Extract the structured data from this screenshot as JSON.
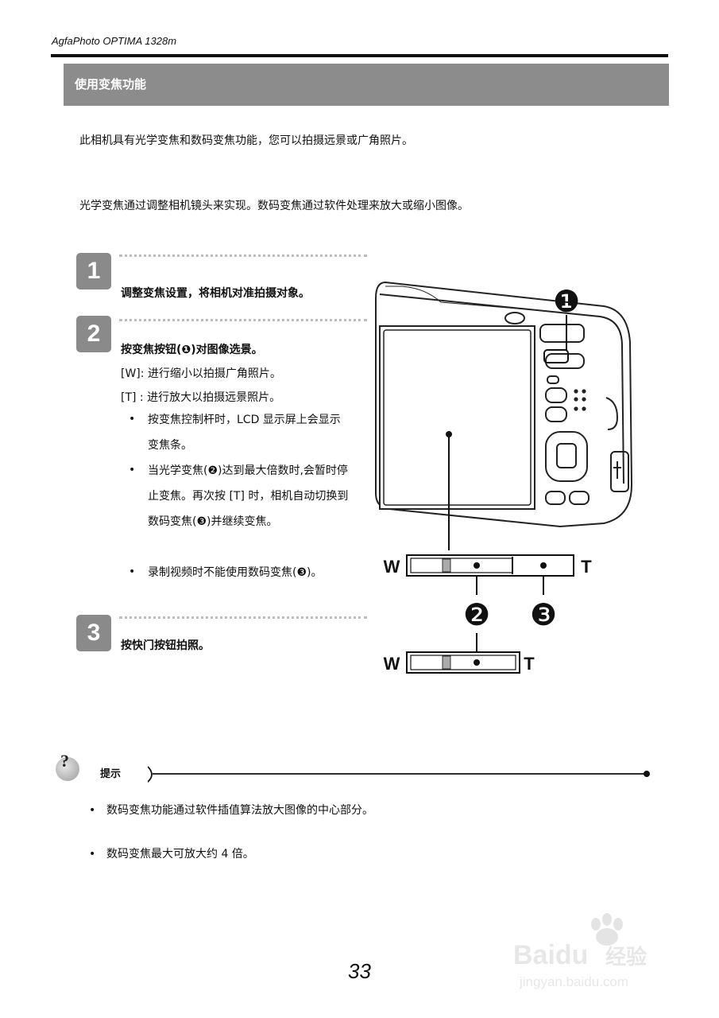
{
  "header": {
    "running_title": "AgfaPhoto OPTIMA 1328m",
    "section_title": "使用变焦功能"
  },
  "intro": {
    "p1": "此相机具有光学变焦和数码变焦功能，您可以拍摄远景或广角照片。",
    "p2": "光学变焦通过调整相机镜头来实现。数码变焦通过软件处理来放大或缩小图像。"
  },
  "steps": [
    {
      "num": "1",
      "title": "调整变焦设置，将相机对准拍摄对象。"
    },
    {
      "num": "2",
      "title": "按变焦按钮(❶)对图像选景。",
      "sub1": "[W]: 进行缩小以拍摄广角照片。",
      "sub2": "[T] : 进行放大以拍摄远景照片。",
      "bullets": [
        "按变焦控制杆时，LCD  显示屏上会显示变焦条。",
        "当光学变焦(❷)达到最大倍数时,会暂时停止变焦。再次按 [T] 时，相机自动切换到数码变焦(❸)并继续变焦。",
        "录制视频时不能使用数码变焦(❸)。"
      ]
    },
    {
      "num": "3",
      "title": "按快门按钮拍照。"
    }
  ],
  "figure": {
    "callout_1": "❶",
    "callout_2": "❷",
    "callout_3": "❸",
    "w_label": "W",
    "t_label": "T"
  },
  "tip": {
    "label": "提示",
    "items": [
      "数码变焦功能通过软件插值算法放大图像的中心部分。",
      "数码变焦最大可放大约  4  倍。"
    ]
  },
  "bullet_char": "•",
  "page_number": "33",
  "watermark": {
    "brand": "Baidu",
    "cn": "经验",
    "url": "jingyan.baidu.com"
  }
}
